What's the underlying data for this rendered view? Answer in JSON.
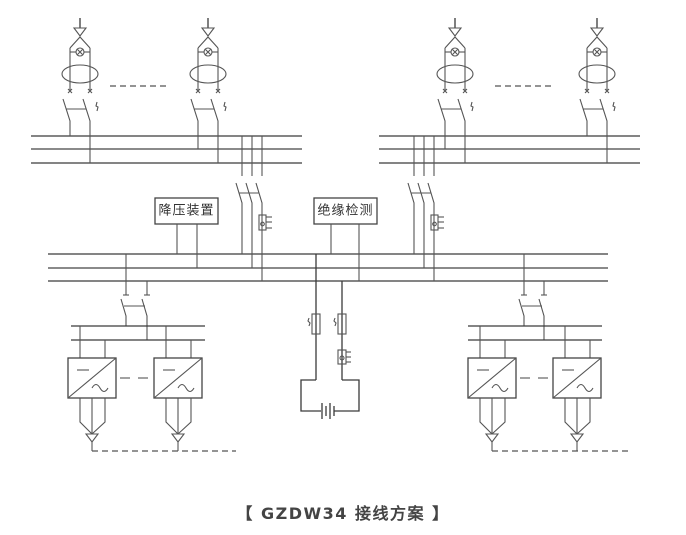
{
  "caption": "【 GZDW34 接线方案 】",
  "boxes": {
    "step_down": "降压装置",
    "insulation": "绝缘检测"
  },
  "icons": {
    "ac_input_feeder": "ac-input-feeder-icon",
    "indicator_lamp": "indicator-lamp-icon",
    "current_transformer": "current-transformer-icon",
    "breaker": "double-pole-breaker-icon",
    "rectifier_module": "ac-dc-rectifier-icon",
    "fuse": "fuse-icon",
    "battery": "battery-icon",
    "meter": "ammeter-shunt-icon"
  },
  "colors": {
    "line": "#3a3a3a",
    "bus_middle": "#8a8a8a",
    "text": "#333333"
  }
}
